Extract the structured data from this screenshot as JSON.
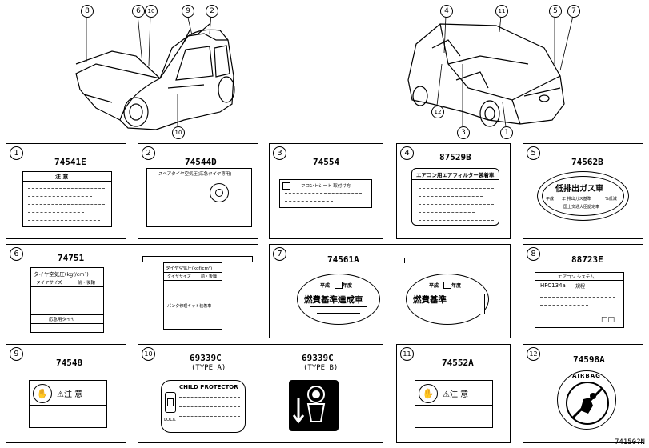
{
  "figure_code": "74150?N",
  "panels": [
    {
      "num": "1",
      "part": "74541E",
      "text": [
        "注 意"
      ]
    },
    {
      "num": "2",
      "part": "74544D",
      "text": [
        "スペアタイヤ空気圧(応急タイヤ専用)"
      ]
    },
    {
      "num": "3",
      "part": "74554",
      "text": [
        "フロントシート 取付け方"
      ]
    },
    {
      "num": "4",
      "part": "87529B",
      "text": [
        "エアコン用エアフィルター装着車"
      ]
    },
    {
      "num": "5",
      "part": "74562B",
      "text": [
        "低排出ガス車",
        "平成",
        "年 排出ガス基準",
        "%低減",
        "国土交通大臣認定車"
      ]
    },
    {
      "num": "6",
      "part": "74751",
      "text": [
        "タイヤ空気圧(kgf/cm²)",
        "タイヤサイズ",
        "前・後輪",
        "応急用タイヤ",
        "タイヤ空気圧(kgf/cm²)",
        "タイヤサイズ",
        "前・後輪",
        "パンク修理キット装着車"
      ]
    },
    {
      "num": "7",
      "part": "74561A",
      "text": [
        "平成",
        "年度",
        "燃費基準達成車",
        "平成",
        "年度",
        "燃費基準"
      ]
    },
    {
      "num": "8",
      "part": "88723E",
      "text": [
        "エアコン システム",
        "HFC134a",
        "規程",
        "□□"
      ]
    },
    {
      "num": "9",
      "part": "74548",
      "text": [
        "⚠注 意"
      ]
    },
    {
      "num": "10",
      "part": "69339C",
      "sub": "(TYPE A)",
      "part2": "69339C",
      "sub2": "(TYPE B)",
      "text": [
        "CHILD PROTECTOR",
        "LOCK"
      ]
    },
    {
      "num": "11",
      "part": "74552A",
      "text": [
        "⚠注 意"
      ]
    },
    {
      "num": "12",
      "part": "74598A",
      "text": [
        "AIRBAG"
      ]
    }
  ],
  "callouts_front": [
    "8",
    "6",
    "10",
    "9",
    "2",
    "10"
  ],
  "callouts_rear": [
    "4",
    "11",
    "5",
    "7",
    "12",
    "3",
    "1"
  ]
}
